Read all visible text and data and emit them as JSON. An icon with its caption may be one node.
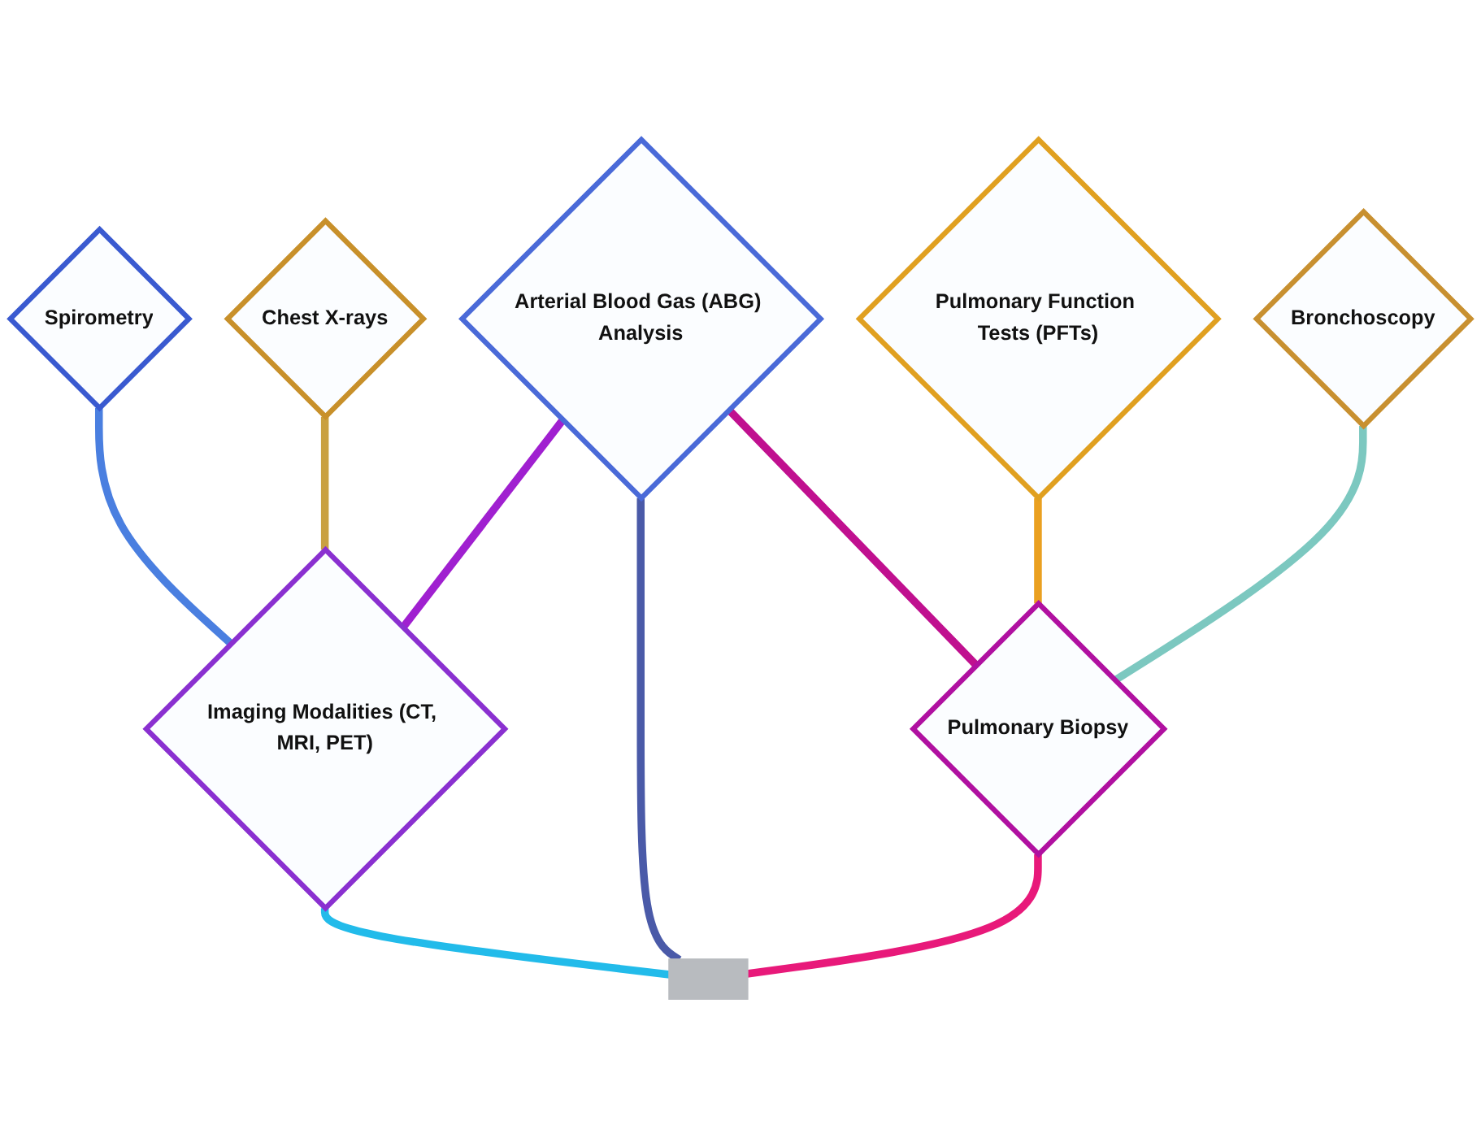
{
  "diagram": {
    "nodes": [
      {
        "text": [
          "Chest X-rays"
        ]
      },
      {
        "text": [
          "Pulmonary Function Tests (PFTs)"
        ]
      },
      {
        "text": [
          "Spirometry"
        ]
      },
      {
        "text": [
          "Bronchoscopy"
        ]
      },
      {
        "text": [
          "Arterial Blood Gas (ABG) Analysis"
        ]
      },
      {
        "text": [
          "Imaging Modalities (CT, MRI, PET)"
        ]
      },
      {
        "text": [
          "Pulmonary Biopsy"
        ]
      },
      {
        "text": [],
        "shape": "bar"
      }
    ],
    "edges": [
      {
        "from": 7,
        "to": 5,
        "arrow": "none",
        "color": "#22bbea"
      },
      {
        "from": 7,
        "to": 4,
        "arrow": "none",
        "color": "#4a5aa8"
      },
      {
        "from": 7,
        "to": 6,
        "arrow": "none",
        "color": "#e8197a"
      },
      {
        "from": 5,
        "to": 2,
        "arrow": "none",
        "color": "#4a7fe0"
      },
      {
        "from": 5,
        "to": 0,
        "arrow": "none",
        "color": "#c9a040"
      },
      {
        "from": 5,
        "to": 4,
        "arrow": "none",
        "color": "#a020d0"
      },
      {
        "from": 6,
        "to": 4,
        "arrow": "none",
        "color": "#c0108f"
      },
      {
        "from": 6,
        "to": 1,
        "arrow": "none",
        "color": "#eaa020"
      },
      {
        "from": 6,
        "to": 3,
        "arrow": "none",
        "color": "#7cc8c0"
      }
    ]
  }
}
